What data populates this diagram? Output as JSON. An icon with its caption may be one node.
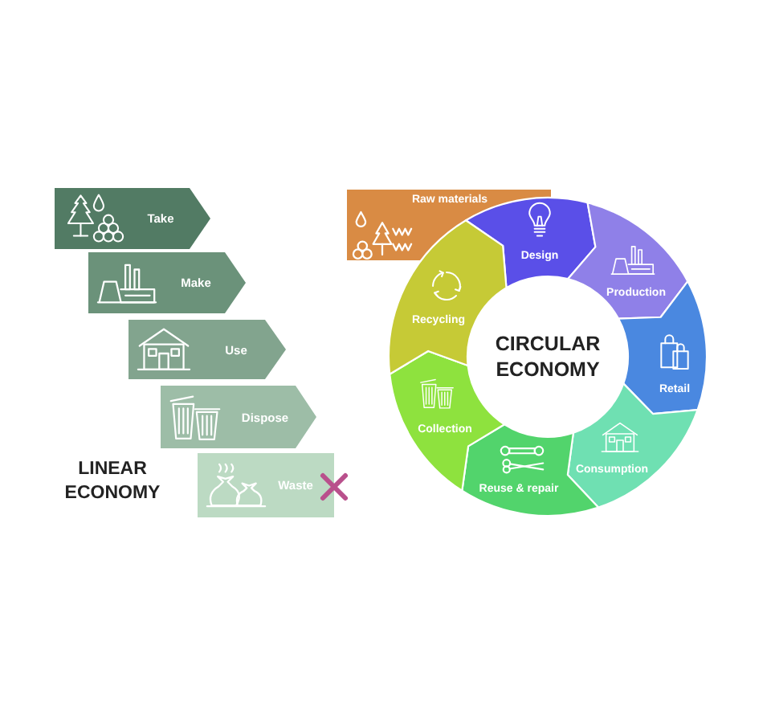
{
  "diagram": {
    "nodes": [
      {
        "text": [
          "Take"
        ]
      },
      {
        "text": [
          "Make"
        ]
      },
      {
        "text": [
          "Use"
        ]
      },
      {
        "text": [
          "Dispose"
        ]
      },
      {
        "text": [
          "Waste"
        ]
      },
      {
        "text": [
          "Raw materials"
        ]
      },
      {
        "text": [
          "Design"
        ]
      },
      {
        "text": [
          "Production"
        ]
      },
      {
        "text": [
          "Retail"
        ]
      },
      {
        "text": [
          "Consumption"
        ]
      },
      {
        "text": [
          "Reuse & repair"
        ]
      },
      {
        "text": [
          "Collection"
        ]
      },
      {
        "text": [
          "Recycling"
        ]
      },
      {
        "text": [
          "CIRCULAR ECONOMY"
        ]
      }
    ],
    "labels": [
      "LINEAR ECONOMY"
    ]
  }
}
